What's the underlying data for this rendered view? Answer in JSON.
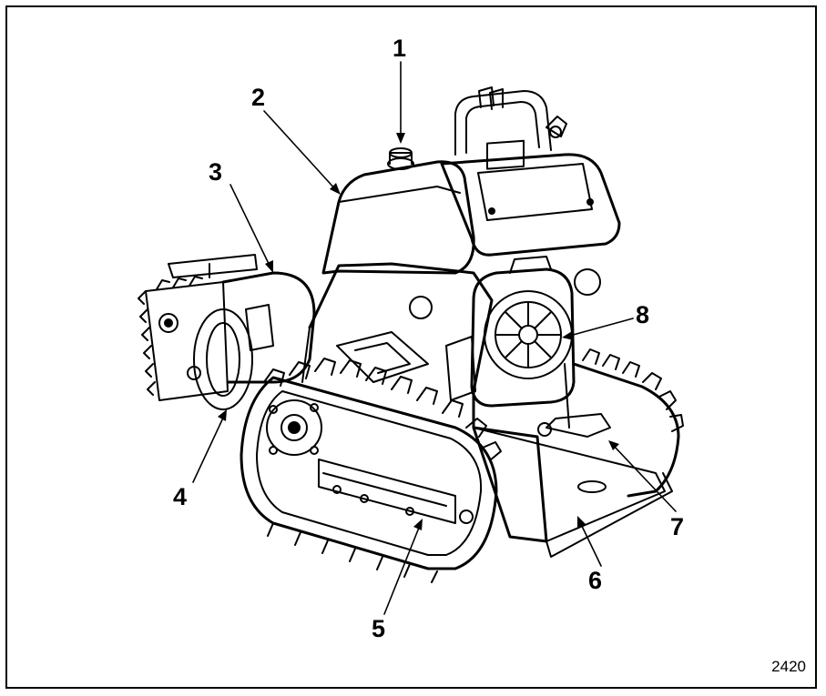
{
  "figure": {
    "number": "2420",
    "subject": "tracked trencher",
    "callouts": [
      {
        "id": "1",
        "label": "1"
      },
      {
        "id": "2",
        "label": "2"
      },
      {
        "id": "3",
        "label": "3"
      },
      {
        "id": "4",
        "label": "4"
      },
      {
        "id": "5",
        "label": "5"
      },
      {
        "id": "6",
        "label": "6"
      },
      {
        "id": "7",
        "label": "7"
      },
      {
        "id": "8",
        "label": "8"
      }
    ]
  },
  "colors": {
    "line": "#000000",
    "background": "#ffffff"
  }
}
